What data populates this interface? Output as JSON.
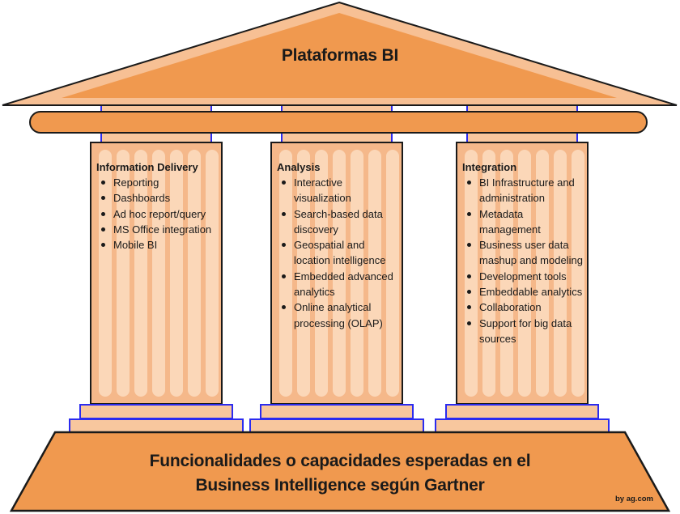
{
  "colors": {
    "roof_light": "#F7C094",
    "orange_mid": "#F0994F",
    "block_light": "#F8C79E",
    "flute_groove": "#F5B88A",
    "flute_light": "#FBD7B8",
    "blue_accent": "#2B2BF0",
    "outline": "#1A1A1A"
  },
  "roof": {
    "title": "Plataformas BI"
  },
  "pillars": [
    {
      "heading": "Information Delivery",
      "items": [
        "Reporting",
        "Dashboards",
        "Ad hoc report/query",
        "MS Office integration",
        "Mobile BI"
      ]
    },
    {
      "heading": "Analysis",
      "items": [
        "Interactive visualization",
        "Search-based data discovery",
        "Geospatial and location intelligence",
        "Embedded advanced analytics",
        "Online analytical processing (OLAP)"
      ]
    },
    {
      "heading": "Integration",
      "items": [
        "BI Infrastructure and administration",
        "Metadata management",
        "Business user data mashup and modeling",
        "Development tools",
        "Embeddable analytics",
        "Collaboration",
        "Support for big data sources"
      ]
    }
  ],
  "base": {
    "title_line1": "Funcionalidades o capacidades esperadas en el",
    "title_line2": "Business Intelligence según Gartner",
    "credit": "by ag.com"
  }
}
